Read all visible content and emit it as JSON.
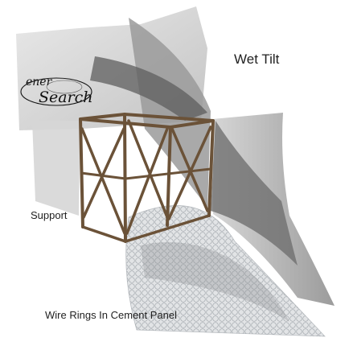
{
  "labels": {
    "wet_tilt": "Wet Tilt",
    "support": "Support",
    "wire_rings": "Wire Rings In Cement Panel"
  },
  "logo": {
    "line1": "ener",
    "line2": "Search"
  },
  "colors": {
    "panel_light": "#d9d9d9",
    "panel_mid": "#b8b8b8",
    "panel_dark": "#6e6e6e",
    "wood": "#6b5238",
    "mesh": "#9aa0a6"
  }
}
